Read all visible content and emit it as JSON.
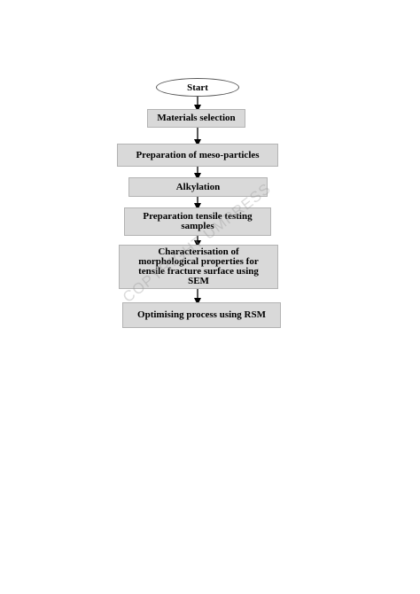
{
  "flowchart": {
    "start": "Start",
    "steps": [
      "Materials selection",
      "Preparation of meso-particles",
      "Alkylation",
      "Preparation tensile testing\nsamples",
      "Characterisation of\nmorphological properties for\ntensile fracture surface using\nSEM",
      "Optimising process using RSM"
    ]
  },
  "watermark": "COPYRIGHT UMPRESS",
  "colors": {
    "box_fill": "#d9d9d9",
    "box_border": "#b3b3b3",
    "arrow": "#000000"
  }
}
